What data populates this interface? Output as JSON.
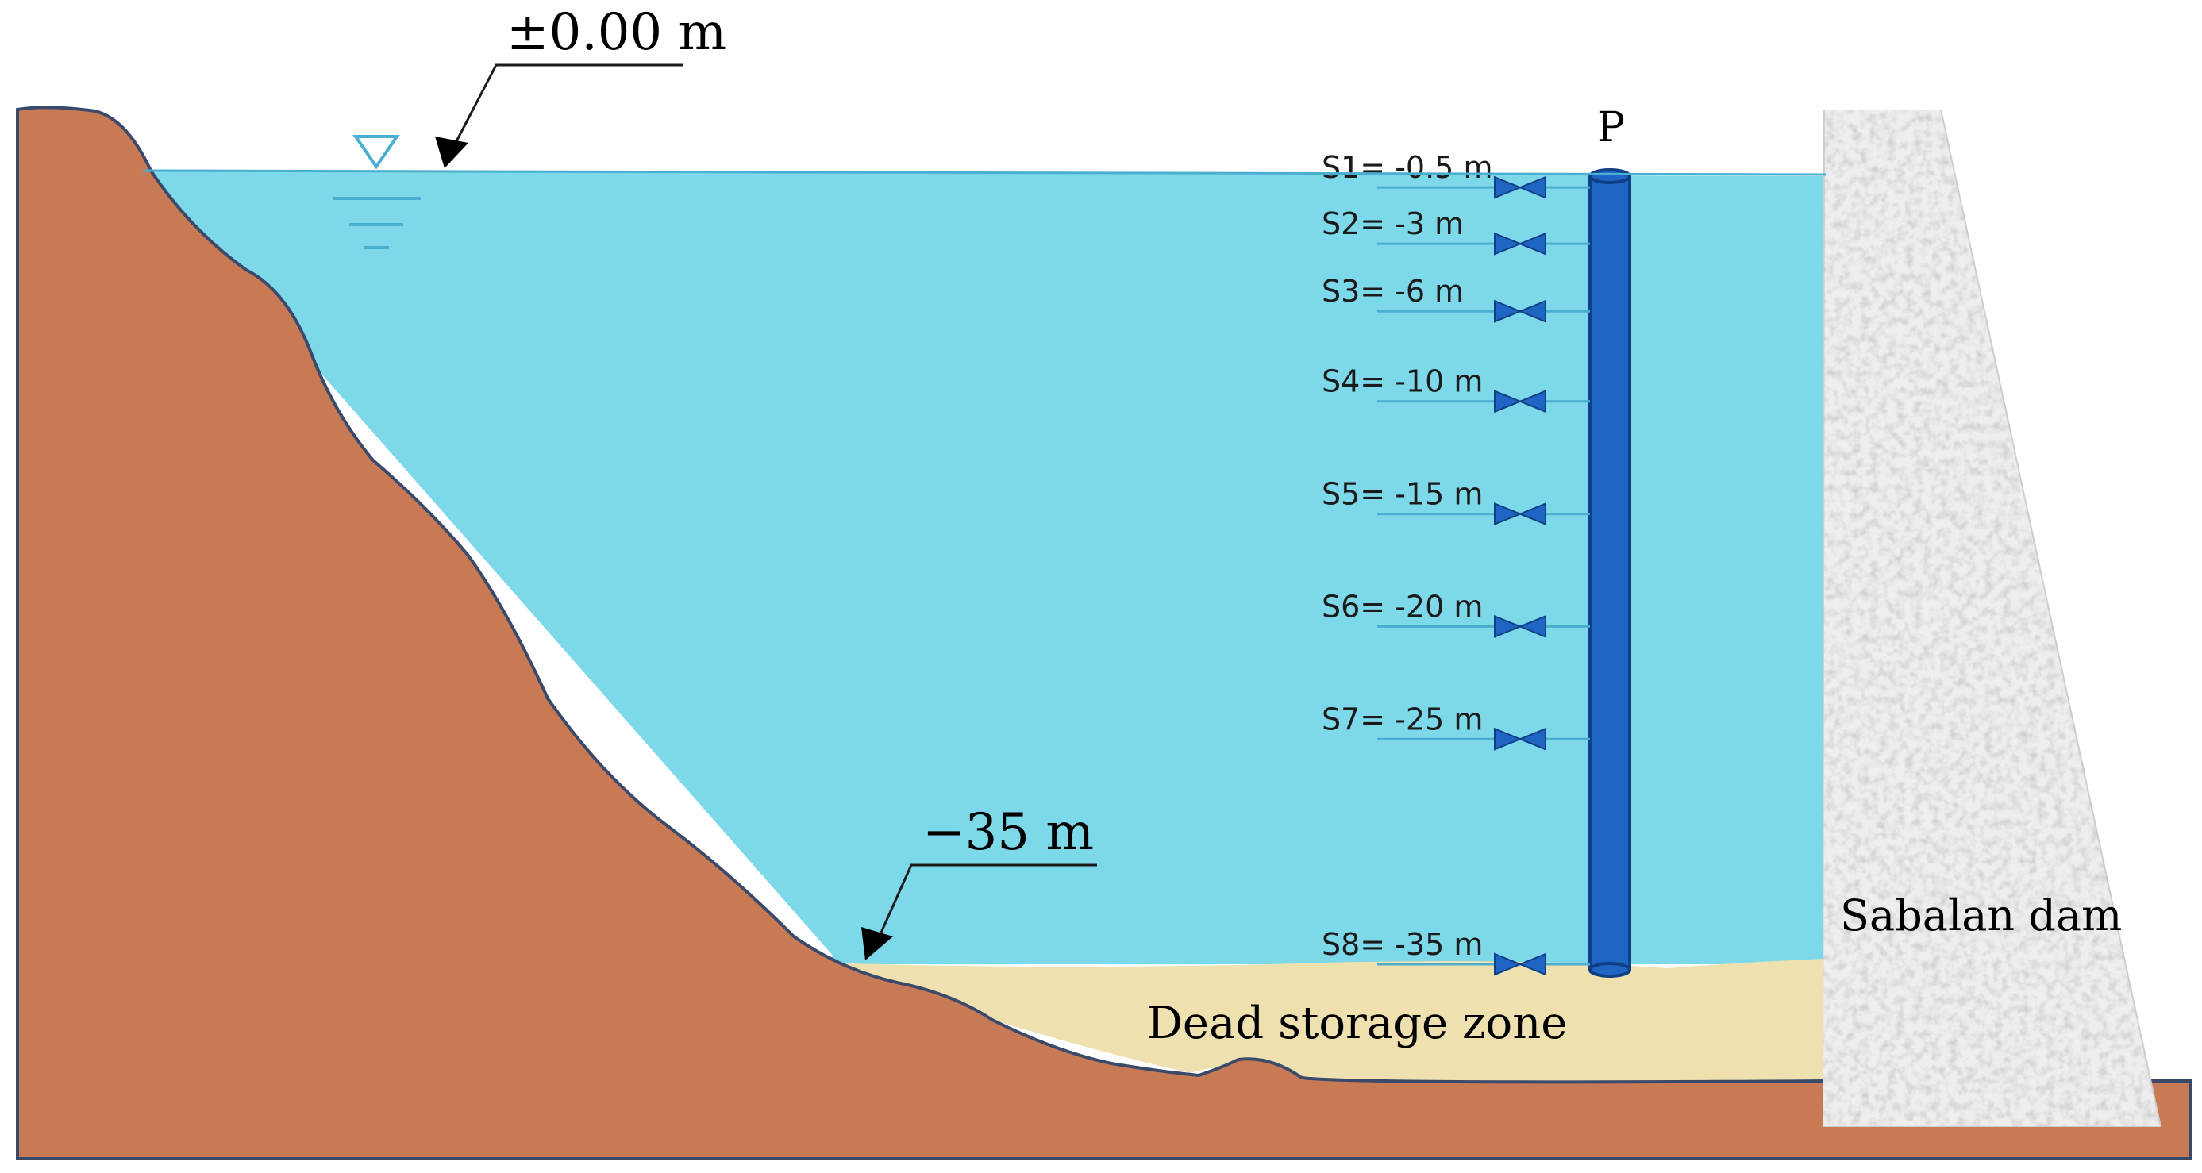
{
  "surface_label": "±0.00 m",
  "bottom_label": "−35 m",
  "pipe_label": "P",
  "dam_label": "Sabalan dam",
  "dead_zone_label": "Dead storage zone",
  "sampling_points": [
    {
      "label": "S1= -0.5 m",
      "depth_m": -0.5
    },
    {
      "label": "S2= -3 m",
      "depth_m": -3
    },
    {
      "label": "S3= -6 m",
      "depth_m": -6
    },
    {
      "label": "S4= -10 m",
      "depth_m": -10
    },
    {
      "label": "S5= -15 m",
      "depth_m": -15
    },
    {
      "label": "S6= -20 m",
      "depth_m": -20
    },
    {
      "label": "S7= -25 m",
      "depth_m": -25
    },
    {
      "label": "S8= -35 m",
      "depth_m": -35
    }
  ],
  "colors": {
    "water": "#7dd8ea",
    "water_line": "#4aaed0",
    "terrain": "#c87a55",
    "terrain_edge": "#3b4a6b",
    "sediment": "#efe0b0",
    "pipe": "#1f66c4",
    "pipe_edge": "#0f3f86",
    "valve": "#1f66c4",
    "dam": "#eeeeee",
    "text": "#1b1b1b"
  }
}
